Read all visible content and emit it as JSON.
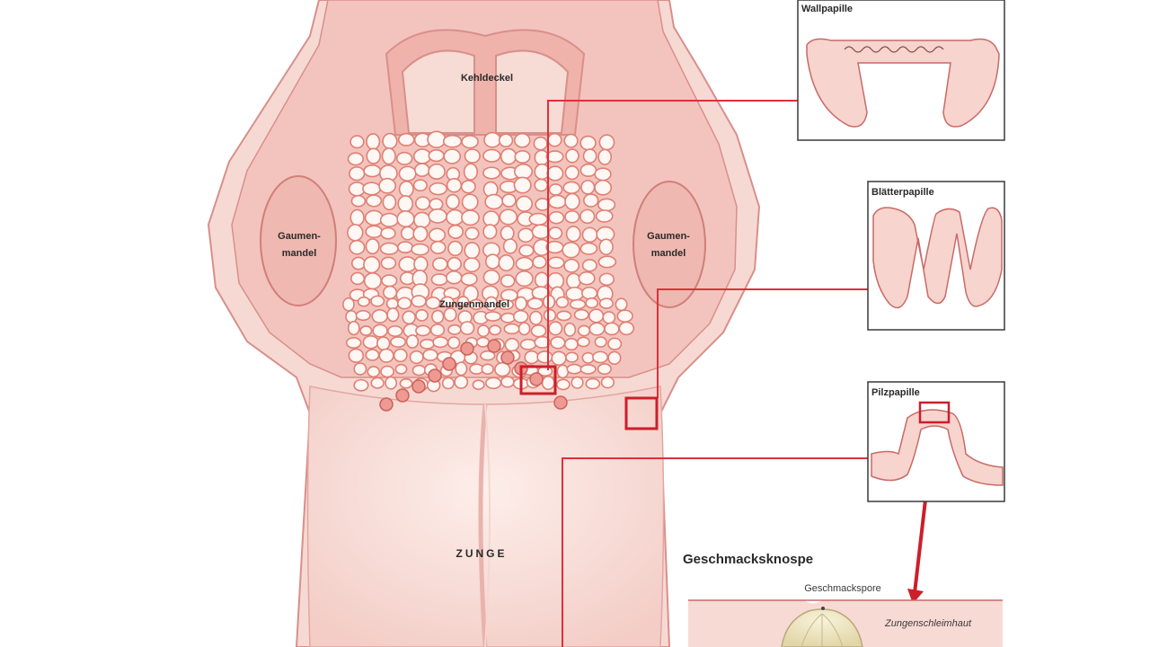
{
  "labels": {
    "epiglottis": "Kehldeckel",
    "tonsil_left_1": "Gaumen-",
    "tonsil_left_2": "mandel",
    "tonsil_right_1": "Gaumen-",
    "tonsil_right_2": "mandel",
    "lingual_tonsil": "Zungenmandel",
    "tongue": "ZUNGE",
    "circumvallate": "Wallpapille",
    "foliate": "Blätterpapille",
    "fungiform": "Pilzpapille",
    "taste_bud": "Geschmacksknospe",
    "taste_pore": "Geschmackspore",
    "mucosa": "Zungenschleimhaut"
  },
  "colors": {
    "skin_light": "#fbe6e2",
    "skin_mid": "#f2c6c0",
    "skin_dark": "#e49a94",
    "outline": "#c96a66",
    "leader": "#e0303a",
    "box_red": "#cc1f2a",
    "panel_border": "#3a3a3a"
  }
}
